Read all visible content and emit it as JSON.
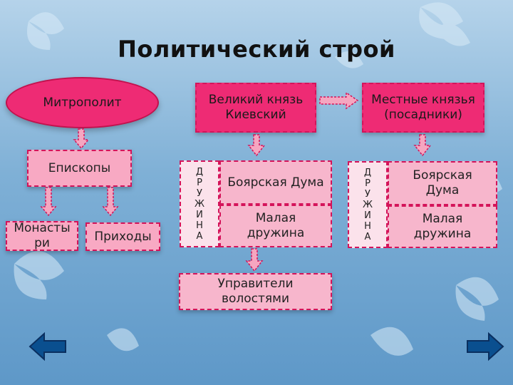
{
  "title": "Политический строй",
  "nodes": {
    "metropolitan": "Митрополит",
    "grand_prince_line1": "Великий князь",
    "grand_prince_line2": "Киевский",
    "local_princes_line1": "Местные князья",
    "local_princes_line2": "(посадники)",
    "bishops": "Епископы",
    "monasteries_line1": "Монасты",
    "monasteries_line2": "ри",
    "parishes": "Приходы",
    "boyar_duma_center": "Боярская Дума",
    "small_retinue_line1": "Малая",
    "small_retinue_line2": "дружина",
    "boyar_duma_right_line1": "Боярская",
    "boyar_duma_right_line2": "Дума",
    "small_retinue_right_line1": "Малая",
    "small_retinue_right_line2": "дружина",
    "governors_line1": "Управители",
    "governors_line2": "волостями",
    "druzhina_letters": [
      "Д",
      "Р",
      "У",
      "Ж",
      "И",
      "Н",
      "А"
    ]
  },
  "navigation": {
    "back_icon": "left-arrow-icon",
    "forward_icon": "right-arrow-icon"
  },
  "colors": {
    "accent": "#ee2b74",
    "box_fill": "#f8a9c3",
    "border": "#d4145a",
    "nav": "#0a4f8f"
  }
}
